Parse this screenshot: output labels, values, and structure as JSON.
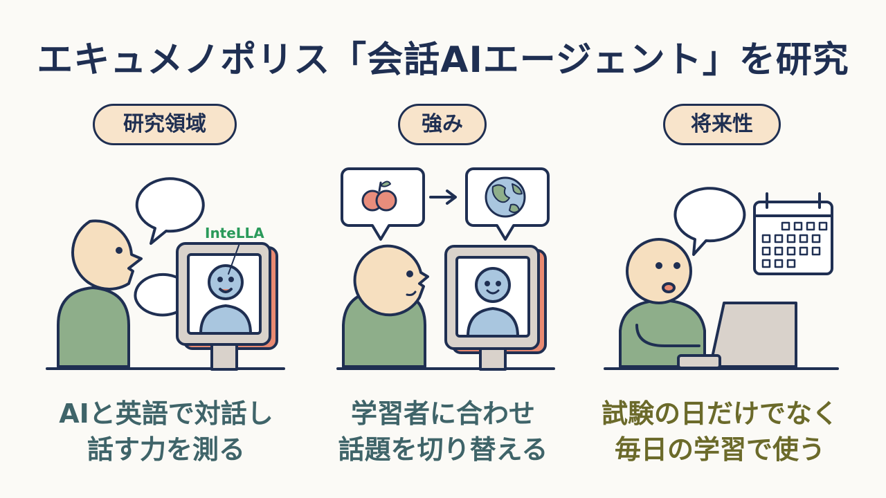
{
  "title": "エキュメノポリス「会話AIエージェント」を研究",
  "panels": [
    {
      "label": "研究領域",
      "caption_lines": [
        "AIと英語で対話し",
        "話す力を測る"
      ],
      "caption_color": "#3f6469",
      "annotation": "InteLLA"
    },
    {
      "label": "強み",
      "caption_lines": [
        "学習者に合わせ",
        "話題を切り替える"
      ],
      "caption_color": "#3f6469"
    },
    {
      "label": "将来性",
      "caption_lines": [
        "試験の日だけでなく",
        "毎日の学習で使う"
      ],
      "caption_color": "#6b6a2a"
    }
  ],
  "colors": {
    "navy": "#1f2f52",
    "skin": "#f6dfbf",
    "shirt": "#8eae8a",
    "avatar": "#a9c6df",
    "monitor_bezel": "#d9d2cb",
    "monitor_side": "#e98a72",
    "pill_bg": "#f8e4cb",
    "intella_green": "#2a9a5a"
  },
  "icons": [
    "speech-bubble-icon",
    "apple-icon",
    "arrow-right-icon",
    "globe-icon",
    "calendar-icon",
    "laptop-icon"
  ]
}
